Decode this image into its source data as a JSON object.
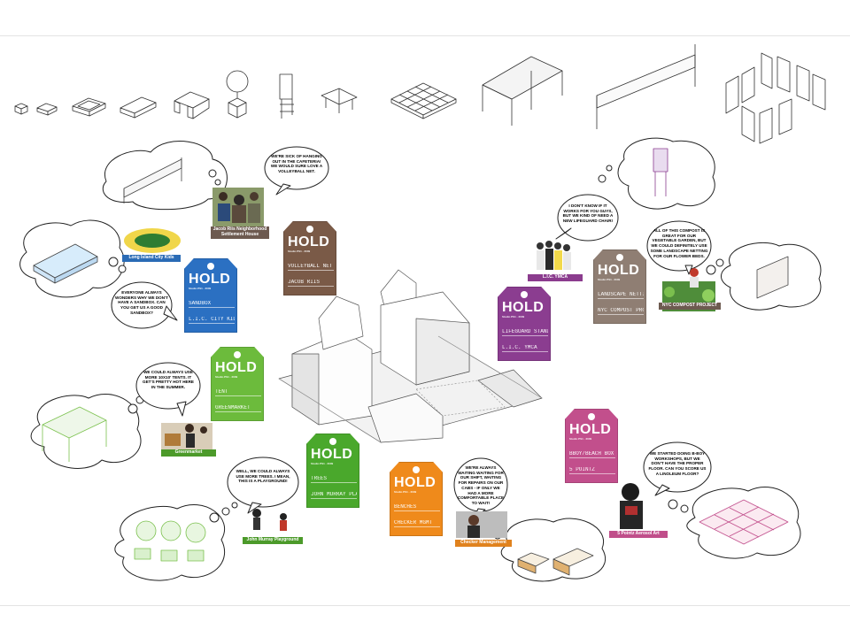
{
  "tags": [
    {
      "id": "jacob",
      "hold": "HOLD",
      "sub": "Studio PS1 · 2009",
      "item": "VOLLEYBALL NET",
      "place": "JACOB RIIS",
      "color": "#7a5a47"
    },
    {
      "id": "lic_kids",
      "hold": "HOLD",
      "sub": "Studio PS1 · 2009",
      "item": "SANDBOX",
      "place": "L.I.C. CITY KIDS",
      "color": "#2b70c2"
    },
    {
      "id": "green",
      "hold": "HOLD",
      "sub": "Studio PS1 · 2009",
      "item": "TENT",
      "place": "GREENMARKET",
      "color": "#6cbb3c"
    },
    {
      "id": "john",
      "hold": "HOLD",
      "sub": "Studio PS1 · 2009",
      "item": "TREES",
      "place": "JOHN MURRAY PLAYGROUND",
      "color": "#4aa82c"
    },
    {
      "id": "checker",
      "hold": "HOLD",
      "sub": "Studio PS1 · 2009",
      "item": "BENCHES",
      "place": "CHECKER MGMT",
      "color": "#ef8a1b"
    },
    {
      "id": "ymca",
      "hold": "HOLD",
      "sub": "Studio PS1 · 2009",
      "item": "LIFEGUARD STAND",
      "place": "L.I.C. YMCA",
      "color": "#8b3d90"
    },
    {
      "id": "compost",
      "hold": "HOLD",
      "sub": "Studio PS1 · 2009",
      "item": "LANDSCAPE NETTING",
      "place": "NYC COMPOST PROJECT",
      "color": "#8f7e73"
    },
    {
      "id": "fivepoints",
      "hold": "HOLD",
      "sub": "Studio PS1 · 2009",
      "item": "BBOY/BEACH BOX",
      "place": "5 POINTZ",
      "color": "#c24f8c"
    }
  ],
  "labels": {
    "jacob": "Jacob Riis Neighborhood Settlement House",
    "lic_kids": "Long Island City Kids",
    "green": "Greenmarket",
    "john": "John Murray Playground",
    "checker": "Checker Management",
    "ymca": "L.I.C. YMCA",
    "compost": "NYC COMPOST PROJECT",
    "fivepoints": "5 Pointz Aerosol Art"
  },
  "quotes": {
    "jacob": "WE'RE SICK OF HANGING OUT IN THE CAFETERIA! WE WOULD SURE LOVE A VOLLEYBALL NET.",
    "lic_kids": "EVERYONE ALWAYS WONDERS WHY WE DON'T HAVE A SANDBOX. CAN YOU GET US A GOOD SANDBOX?",
    "green": "WE COULD ALWAYS USE MORE 10X10' TENTS. IT GET'S PRETTY HOT HERE IN THE SUMMER.",
    "john": "WELL, WE COULD ALWAYS USE MORE TREES. I MEAN, THIS IS A PLAYGROUND!",
    "checker": "WE'RE ALWAYS WAITING WAITING FOR OUR SHIFT, WAITING FOR REPAIRS ON OUR CABS - IF ONLY WE HAD A MORE COMFORTABLE PLACE TO WAIT!",
    "ymca": "I DON'T KNOW IF IT WORKS FOR YOU GUYS, BUT WE KIND OF NEED A NEW LIFEGUARD CHAIR!",
    "compost": "ALL OF THIS COMPOST IS GREAT FOR OUR VEGETABLE GARDEN, BUT WE COULD DEFINITELY USE SOME LANDSCAPE NETTING FOR OUR FLOWER BEDS.",
    "fivepoints": "WE STARTED DOING B-BOY WORKSHOPS, BUT WE DON'T HAVE THE PROPER FLOOR. CAN YOU SCORE US A LINOLEUM FLOOR?"
  }
}
